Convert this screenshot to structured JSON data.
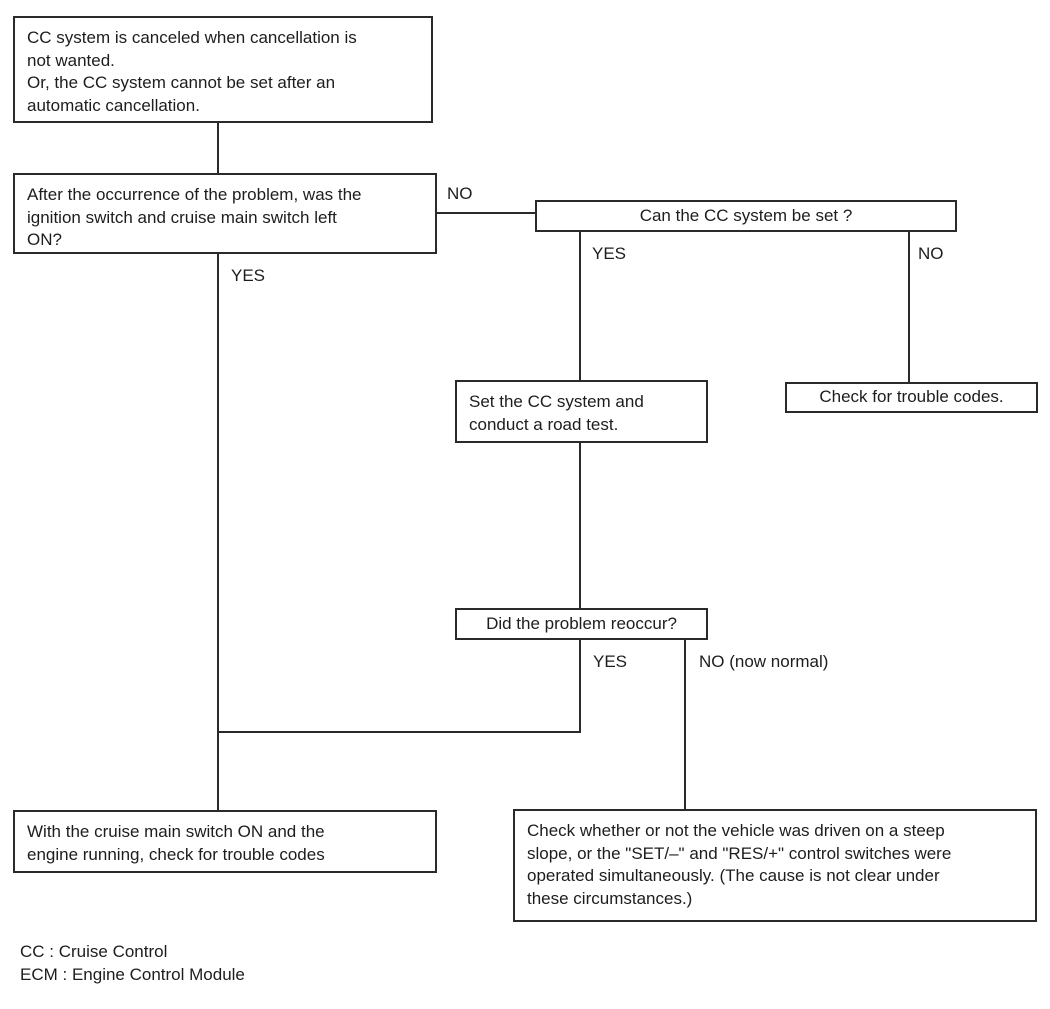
{
  "diagram": {
    "type": "flowchart",
    "colors": {
      "background": "#ffffff",
      "line": "#2a2a2a",
      "text": "#1d1d1d"
    },
    "nodes": {
      "start": {
        "text": "CC system is canceled when cancellation is\nnot wanted.\nOr, the CC system cannot be set after an\nautomatic cancellation."
      },
      "ignition_question": {
        "text": "After the occurrence of the problem, was the\nignition switch and cruise main switch left\nON?"
      },
      "can_set_question": {
        "text": "Can the CC system be set ?"
      },
      "road_test": {
        "text": "Set the CC system and\nconduct a road test."
      },
      "check_trouble_codes": {
        "text": "Check for trouble codes."
      },
      "reoccur_question": {
        "text": "Did the problem reoccur?"
      },
      "check_codes_engine_running": {
        "text": "With the cruise main switch ON and the\nengine running, check for trouble codes"
      },
      "check_steep_slope": {
        "text": "Check whether or not the vehicle was driven on a steep\nslope, or the \"SET/–\" and \"RES/+\" control switches were\noperated simultaneously. (The cause is not clear under\nthese circumstances.)"
      }
    },
    "branch_labels": {
      "ignition_no": "NO",
      "ignition_yes": "YES",
      "can_set_yes": "YES",
      "can_set_no": "NO",
      "reoccur_yes": "YES",
      "reoccur_no": "NO (now normal)"
    },
    "legend": {
      "cc": "CC : Cruise Control",
      "ecm": "ECM : Engine Control Module"
    }
  }
}
